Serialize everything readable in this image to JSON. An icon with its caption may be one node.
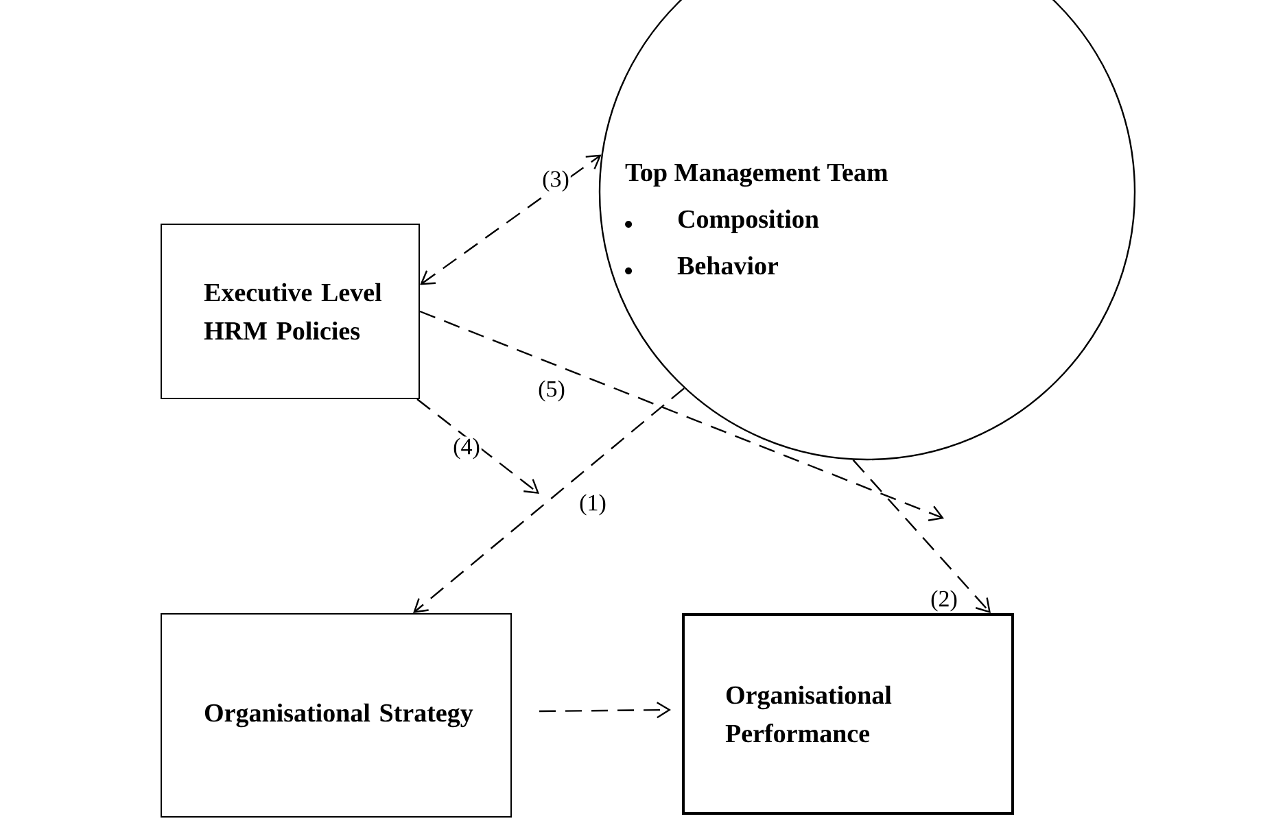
{
  "diagram": {
    "nodes": [
      {
        "text": [
          "Executive Level HRM Policies"
        ]
      },
      {
        "text": [
          "Top Management Team",
          "Composition",
          "Behavior"
        ]
      },
      {
        "text": [
          "Organisational Strategy"
        ]
      },
      {
        "text": [
          "Organisational Performance"
        ]
      }
    ],
    "edges": [
      {
        "from": 0,
        "to": 1,
        "arrow": "both",
        "label": "(3)",
        "style": "dashed"
      },
      {
        "from": 0,
        "to": null,
        "arrow": "to",
        "label": "(5)",
        "style": "dashed"
      },
      {
        "from": 0,
        "to": null,
        "arrow": "to",
        "label": "(4)",
        "style": "dashed"
      },
      {
        "from": 1,
        "to": 2,
        "arrow": "to",
        "label": "(1)",
        "style": "dashed"
      },
      {
        "from": 1,
        "to": 3,
        "arrow": "to",
        "label": "(2)",
        "style": "dashed"
      },
      {
        "from": 2,
        "to": 3,
        "arrow": "to",
        "style": "dashed"
      }
    ]
  }
}
